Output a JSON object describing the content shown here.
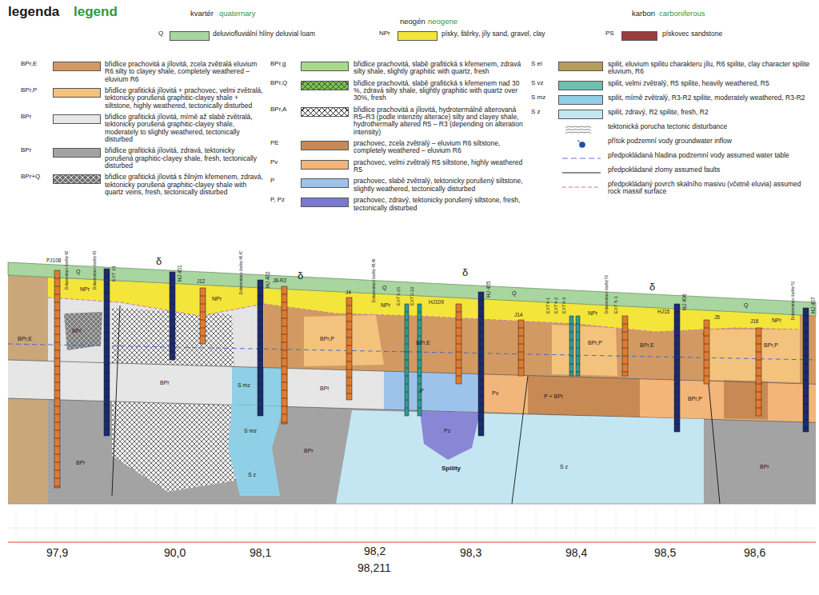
{
  "diagram": {
    "labels": [
      "legenda",
      "legend",
      "kvartér",
      "quaternary",
      "neogén",
      "neogene",
      "karbon",
      "carboniferous",
      "Q",
      "NPr",
      "PS",
      "BPr,E",
      "BPr,P",
      "BPr",
      "BPr",
      "BPr+Q",
      "BPr,g",
      "BPr,Q",
      "BPr,A",
      "PE",
      "Pv",
      "P",
      "P, Pz",
      "S el",
      "S vz",
      "S mz",
      "S z",
      "PJ108",
      "Dokumentace šachty 42",
      "Dokumentace šachty 43",
      "EXT 21",
      "HJ 401",
      "J12",
      "Dokumentace šachty 46,47",
      "HJ 402",
      "J8-R2",
      "J4",
      "Dokumentace šachty 48,49",
      "EXT3-21",
      "EXT3-22",
      "HJ109",
      "HJ 405",
      "J14",
      "EXT4-1",
      "EXT4-2",
      "EXT4-3",
      "Dokumentace šachty 50",
      "EXT 5-1",
      "HJ15",
      "HJ 406",
      "J5",
      "J16",
      "Dokumentace šachty 51",
      "HJ 407",
      "Spility",
      "δ",
      "δ",
      "δ",
      "δ",
      "Q",
      "Q",
      "Q",
      "Q",
      "NPr",
      "NPr",
      "NPr",
      "NPr",
      "NPr",
      "BPr,E",
      "BPr,E",
      "BPr,E",
      "BPr,P",
      "BPr,P",
      "BPr,P",
      "BPr,P",
      "BPr",
      "BPr",
      "BPr",
      "BPr",
      "BPr",
      "BPr",
      "S mz",
      "S mz",
      "S z",
      "S z",
      "P",
      "Pv",
      "P + BPr",
      "Pz",
      "97,9",
      "90,0",
      "98,1",
      "98,2",
      "98,211",
      "98,3",
      "98,4",
      "98,5",
      "98,6"
    ],
    "legend": [
      {
        "text": "deluviofluviální hlíny deluvial loam",
        "color": "#a8d5a0"
      },
      {
        "text": "písky, štěrky, jíly sand, gravel, clay",
        "color": "#f3e53a"
      },
      {
        "text": "pískovec sandstone",
        "color": "#9b3c3c"
      },
      {
        "text": "břidlice prachovitá a jílovitá, zcela zvětralá eluvium R6 silty to clayey shale, completely weathered – eluvium R6",
        "color": "#d29a62"
      },
      {
        "text": "břidlice grafitická jílovitá + prachovec, velmi zvětralá, tektonicky porušená graphitic-clayey shale + siltstone, highly weathered, tectonically disturbed",
        "color": "#f3c37e"
      },
      {
        "text": "břidlice grafitická jílovitá, mírně až slabě zvětralá, tektonicky porušená graphitic-clayey shale, moderately to slightly weathered, tectonically disturbed",
        "color": "#e6e6e6"
      },
      {
        "text": "břidlice grafitická jílovitá, zdravá, tektonicky porušená graphitic-clayey shale, fresh, tectonically disturbed",
        "color": "#a3a3a3"
      },
      {
        "text": "břidlice grafitická jílovitá s žilným křemenem, zdravá, tektonicky porušená graphitic-clayey shale with quartz veins, fresh, tectonically disturbed"
      },
      {
        "text": "břidlice prachovitá, slabě grafitická s křemenem, zdravá silty shale, slightly graphitic with quartz, fresh",
        "color": "#a9d98a"
      },
      {
        "text": "břidlice prachovitá, slabě grafitická s křemenem nad 30 %, zdravá silty shale, slightly graphitic with quartz over 30%, fresh",
        "color": "#7fbf5a"
      },
      {
        "text": "břidlice prachovitá a jílovitá, hydrotermálně alterovaná R5–R3 (podle intenzity alterace) silty and clayey shale, hydrothermally altered R5 – R3 (depending on alteration intensity)"
      },
      {
        "text": "prachovec, zcela zvětralý – eluvium R6 siltstone, completely weathered – eluvium R6",
        "color": "#c88a55"
      },
      {
        "text": "prachovec, velmi zvětralý R5 siltstone, highly weathered R5",
        "color": "#f2b57a"
      },
      {
        "text": "prachovec, slabě zvětralý, tektonicky porušený siltstone, slightly weathered, tectonically disturbed",
        "color": "#9ec3ea"
      },
      {
        "text": "prachovec, zdravý, tektonicky porušený siltstone, fresh, tectonically disturbed",
        "color": "#7b78cf"
      },
      {
        "text": "spilit, eluvium spilitu charakteru jílu, R6 spilite, clay character spilite eluvium, R6",
        "color": "#b59d5c"
      },
      {
        "text": "spilit, velmi zvětralý, R5 spilite, heavily weathered, R5",
        "color": "#6fbfae"
      },
      {
        "text": "spilit, mírně zvětralý, R3-R2 spilite, moderately weathered, R3-R2",
        "color": "#8fd0e6"
      },
      {
        "text": "spilit, zdravý, R2 spilite, fresh, R2",
        "color": "#c4e6f2"
      },
      {
        "text": "tektonická porucha tectonic disturbance"
      },
      {
        "text": "přítok podzemní vody groundwater inflow"
      },
      {
        "text": "předpokládaná hladina podzemní vody assumed water table"
      },
      {
        "text": "předpokládané zlomy assumed faults"
      },
      {
        "text": "předpokládaný povrch skalního masivu (včetně eluvia) assumed rock massif surface"
      }
    ]
  }
}
